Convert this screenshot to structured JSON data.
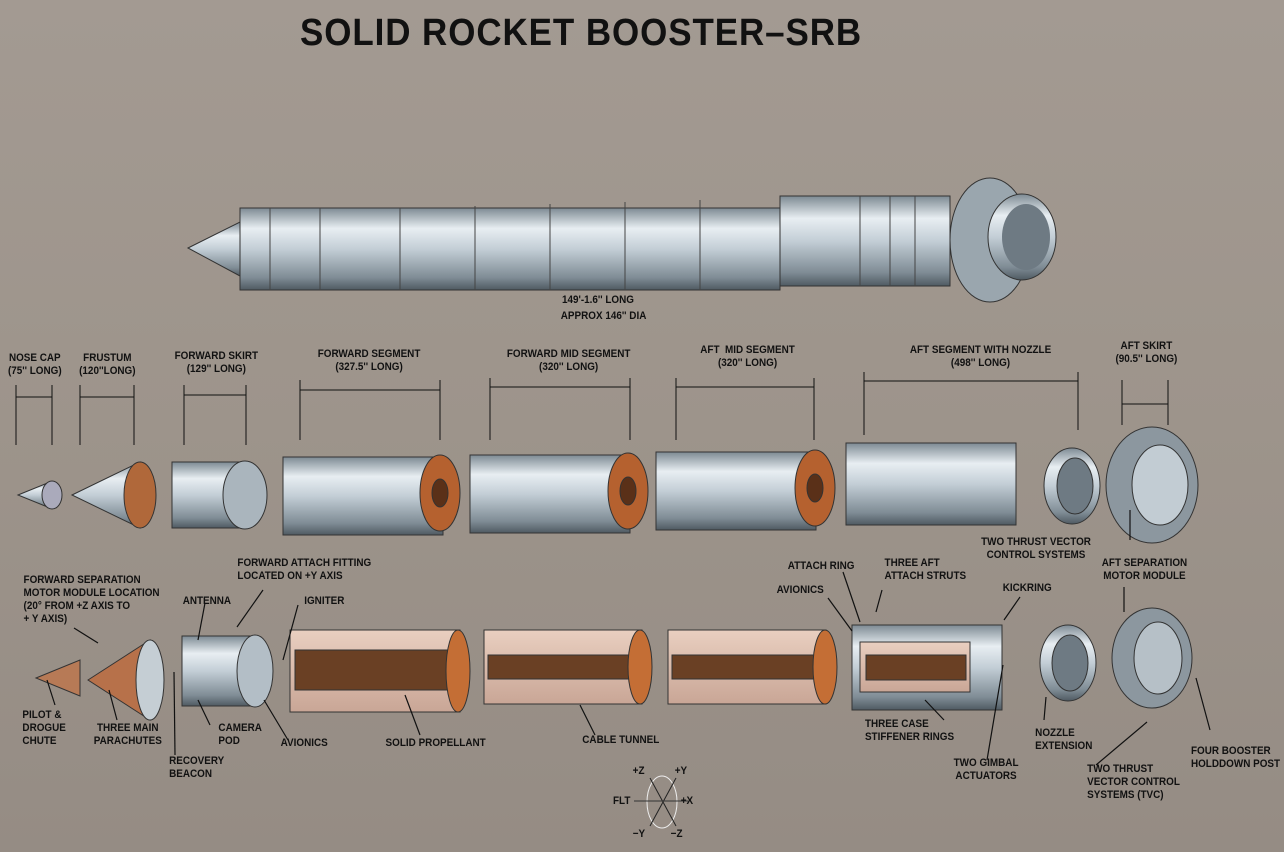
{
  "title": "SOLID ROCKET BOOSTER–SRB",
  "overall": {
    "length": "149'-1.6'' LONG",
    "diameter": "APPROX 146'' DIA"
  },
  "segments": [
    {
      "name": "NOSE CAP",
      "length": "(75'' LONG)"
    },
    {
      "name": "FRUSTUM",
      "length": "(120''LONG)"
    },
    {
      "name": "FORWARD SKIRT",
      "length": "(129'' LONG)"
    },
    {
      "name": "FORWARD SEGMENT",
      "length": "(327.5'' LONG)"
    },
    {
      "name": "FORWARD MID SEGMENT",
      "length": "(320'' LONG)"
    },
    {
      "name": "AFT  MID SEGMENT",
      "length": "(320'' LONG)"
    },
    {
      "name": "AFT SEGMENT WITH NOZZLE",
      "length": "(498'' LONG)"
    },
    {
      "name": "AFT SKIRT",
      "length": "(90.5'' LONG)"
    }
  ],
  "callouts": {
    "tvc_upper": "TWO THRUST VECTOR\nCONTROL SYSTEMS",
    "fwd_sep": "FORWARD SEPARATION\nMOTOR MODULE LOCATION\n(20° FROM +Z AXIS TO\n+ Y AXIS)",
    "fwd_attach": "FORWARD ATTACH FITTING\nLOCATED ON +Y AXIS",
    "antenna": "ANTENNA",
    "igniter": "IGNITER",
    "pilot": "PILOT &\nDROGUE\nCHUTE",
    "parachutes": "THREE MAIN\nPARACHUTES",
    "beacon": "RECOVERY\nBEACON",
    "camera": "CAMERA\nPOD",
    "avionics_fwd": "AVIONICS",
    "propellant": "SOLID PROPELLANT",
    "cable": "CABLE TUNNEL",
    "attach_ring": "ATTACH RING",
    "avionics_aft": "AVIONICS",
    "struts": "THREE AFT\nATTACH STRUTS",
    "kickring": "KICKRING",
    "aft_sep": "AFT SEPARATION\nMOTOR MODULE",
    "stiffener": "THREE CASE\nSTIFFENER RINGS",
    "gimbal": "TWO GIMBAL\nACTUATORS",
    "nozzle_ext": "NOZZLE\nEXTENSION",
    "tvc_lower": "TWO THRUST\nVECTOR CONTROL\nSYSTEMS (TVC)",
    "holddown": "FOUR BOOSTER\nHOLDDOWN POST"
  },
  "axes": {
    "pz": "+Z",
    "py": "+Y",
    "flt": "FLT",
    "px": "+X",
    "my": "−Y",
    "mz": "−Z"
  }
}
